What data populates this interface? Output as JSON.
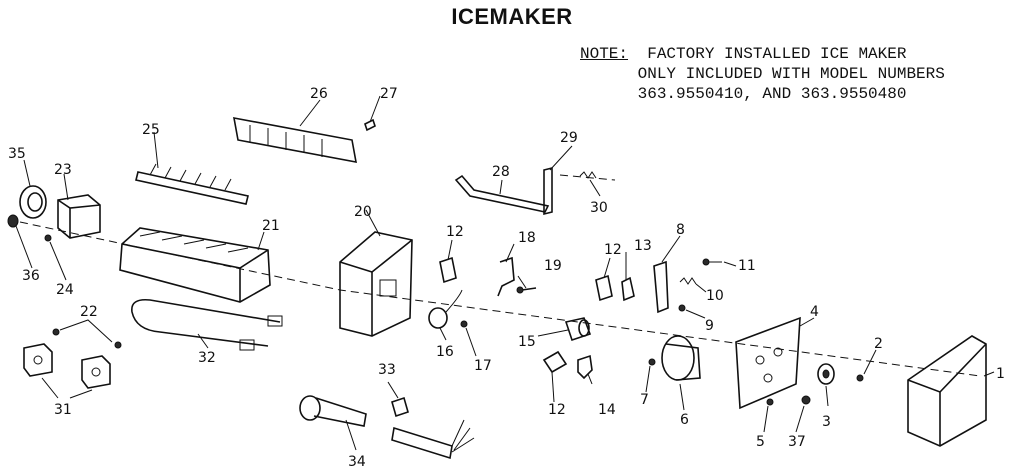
{
  "title": "ICEMAKER",
  "note": {
    "label": "NOTE:",
    "line1": "FACTORY INSTALLED ICE MAKER",
    "line2": "ONLY INCLUDED WITH MODEL NUMBERS",
    "line3": "363.9550410, AND 363.9550480"
  },
  "callouts": {
    "c1": "1",
    "c2": "2",
    "c3": "3",
    "c4": "4",
    "c5": "5",
    "c6": "6",
    "c7": "7",
    "c8": "8",
    "c9": "9",
    "c10": "10",
    "c11": "11",
    "c12a": "12",
    "c12b": "12",
    "c12c": "12",
    "c13": "13",
    "c14": "14",
    "c15": "15",
    "c16": "16",
    "c17": "17",
    "c18": "18",
    "c19": "19",
    "c20": "20",
    "c21": "21",
    "c22": "22",
    "c23": "23",
    "c24": "24",
    "c25": "25",
    "c26": "26",
    "c27": "27",
    "c28": "28",
    "c29": "29",
    "c30": "30",
    "c31": "31",
    "c32": "32",
    "c33": "33",
    "c34": "34",
    "c35": "35",
    "c36": "36",
    "c37": "37"
  }
}
